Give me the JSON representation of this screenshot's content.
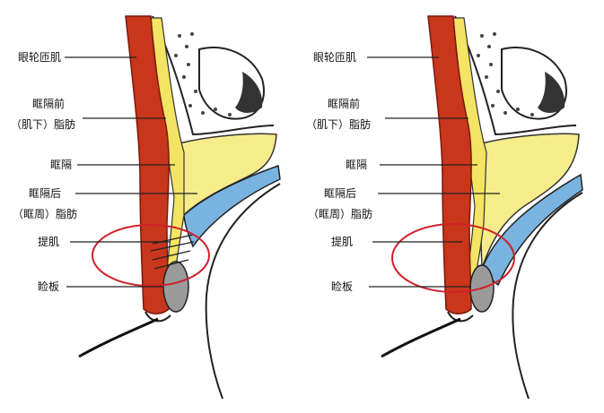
{
  "panels": [
    {
      "labels": {
        "orbicularis": "眼轮匝肌",
        "preseptal_1": "眶隔前",
        "preseptal_2": "（肌下）脂肪",
        "septum": "眶隔",
        "postseptal_1": "眶隔后",
        "postseptal_2": "（眶周）脂肪",
        "levator": "提肌",
        "tarsus": "睑板"
      }
    },
    {
      "labels": {
        "orbicularis": "眼轮匝肌",
        "preseptal_1": "眶隔前",
        "preseptal_2": "（肌下）脂肪",
        "septum": "眶隔",
        "postseptal_1": "眶隔后",
        "postseptal_2": "（眶周）脂肪",
        "levator": "提肌",
        "tarsus": "睑板"
      }
    }
  ],
  "colors": {
    "muscle": "#c8361c",
    "muscle_edge": "#7a1a0c",
    "preseptal_fat": "#f4e463",
    "postseptal_fat": "#f7ec8a",
    "levator_band": "#79b3e0",
    "tarsus": "#9a9a9a",
    "highlight_circle": "#d0202a"
  }
}
